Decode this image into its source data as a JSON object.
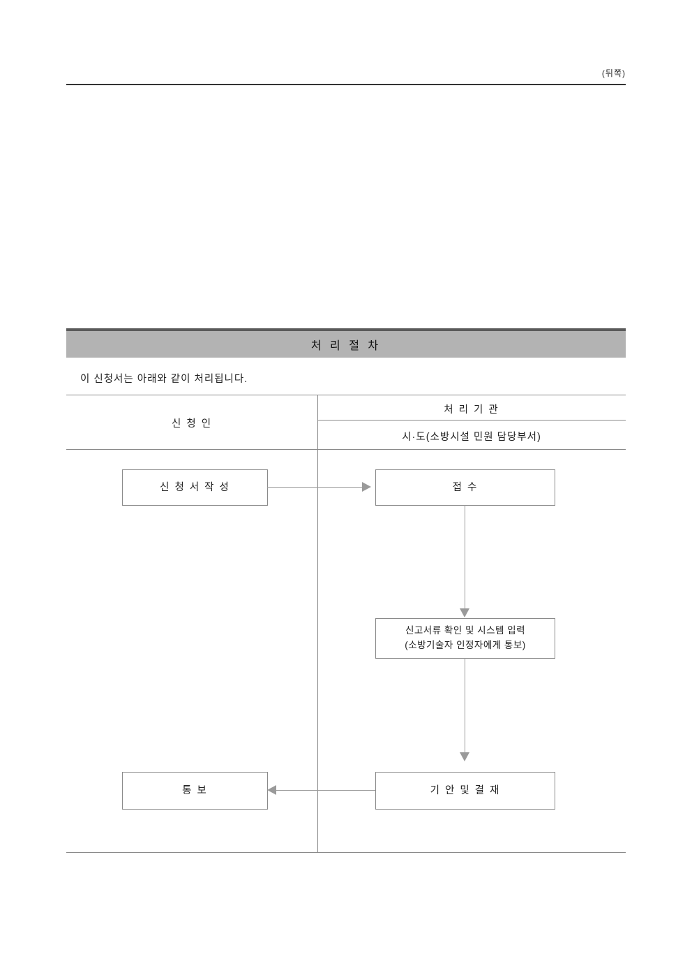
{
  "page": {
    "back_label": "(뒤쪽)"
  },
  "section": {
    "title": "처 리 절 차",
    "intro": "이  신청서는  아래와  같이  처리됩니다.",
    "columns": {
      "applicant_header": "신 청 인",
      "agency_header": "처 리 기 관",
      "agency_subheader": "시·도(소방시설 민원 담당부서)"
    },
    "flow": {
      "write_box": "신 청 서   작 성",
      "receipt_box": "접  수",
      "check_box_line1": "신고서류 확인 및 시스템 입력",
      "check_box_line2": "(소방기술자 인정자에게 통보)",
      "draft_box": "기 안  및  결 재",
      "notify_box": "통   보"
    },
    "colors": {
      "title_bar_fill": "#b3b3b3",
      "title_bar_top_edge": "#5a5a5a",
      "rule_line": "#8a8a8a",
      "arrow": "#9a9a9a"
    }
  }
}
